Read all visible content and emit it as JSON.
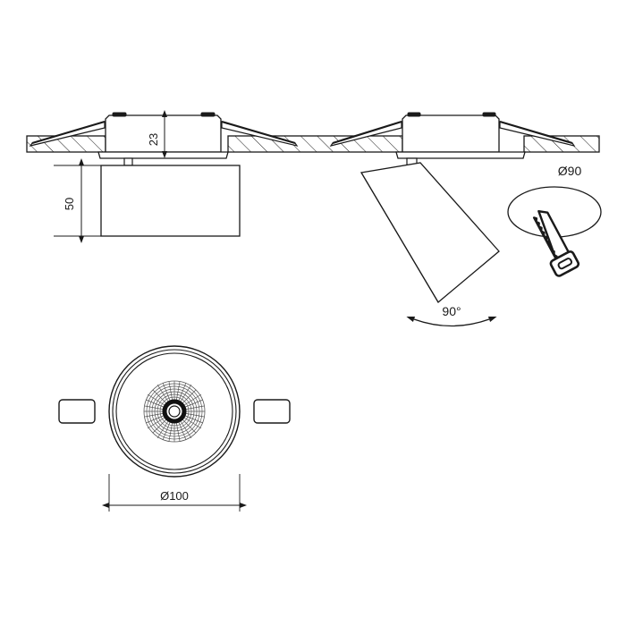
{
  "drawing": {
    "title": "Recessed adjustable spotlight technical drawing",
    "sheet_width": 700,
    "sheet_height": 700,
    "background_color": "#ffffff",
    "line_color": "#1a1a1a",
    "hatch_color": "#1a1a1a",
    "views": [
      {
        "name": "section-view-straight",
        "description": "Ceiling section with downlight in straight-down position"
      },
      {
        "name": "section-view-tilted",
        "description": "Ceiling section with spotlight tilted 45 degrees"
      },
      {
        "name": "plan-view-bottom",
        "description": "Bottom plan view of the luminaire showing COB reflector"
      },
      {
        "name": "cutout-detail",
        "description": "Ceiling cut-out circle with keyhole saw symbol"
      }
    ]
  },
  "dimensions": {
    "height_in_ceiling": {
      "value": "23",
      "unit": "mm",
      "orientation": "vertical",
      "view": "section-view-straight"
    },
    "body_height": {
      "value": "50",
      "unit": "mm",
      "orientation": "vertical",
      "view": "section-view-straight"
    },
    "trim_diameter": {
      "value": "Ø100",
      "unit": "mm",
      "orientation": "horizontal",
      "view": "plan-view-bottom"
    },
    "cutout_diameter": {
      "value": "Ø90",
      "unit": "mm",
      "orientation": "horizontal",
      "view": "cutout-detail"
    },
    "tilt_angle": {
      "value": "90°",
      "unit": "degrees",
      "orientation": "horizontal",
      "view": "section-view-tilted"
    }
  },
  "symbols": {
    "keyhole_saw": "keyhole-saw-icon",
    "angle_arc": "angle-arc-double-arrow",
    "spring_clip": "spring-clip",
    "cob_reflector": "cob-reflector-pattern"
  }
}
